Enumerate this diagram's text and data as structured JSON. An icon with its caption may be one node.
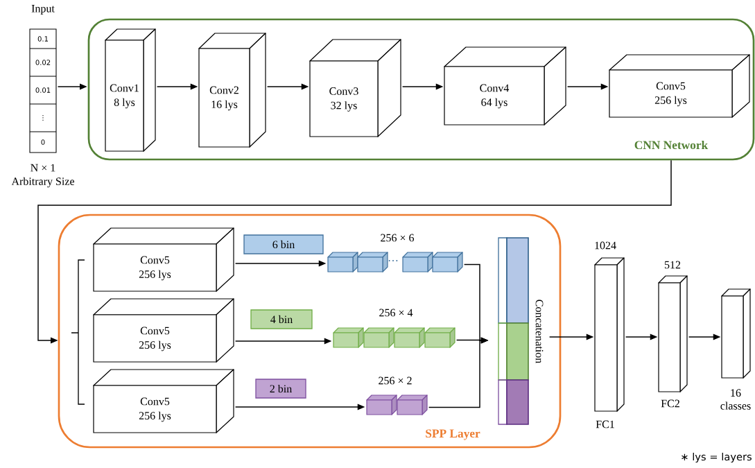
{
  "diagram": {
    "nodes": [
      {
        "text": [
          "Input",
          "0.1",
          "0.02",
          "0.01",
          "⋮",
          "0"
        ],
        "beside": [
          "N × 1",
          "Arbitrary Size"
        ]
      },
      {
        "text": [
          "CNN Network"
        ]
      },
      {
        "text": [
          "Conv1",
          "8 lys"
        ],
        "in": 1
      },
      {
        "text": [
          "Conv2",
          "16 lys"
        ],
        "in": 1
      },
      {
        "text": [
          "Conv3",
          "32 lys"
        ],
        "in": 1
      },
      {
        "text": [
          "Conv4",
          "64 lys"
        ],
        "in": 1
      },
      {
        "text": [
          "Conv5",
          "256 lys"
        ],
        "in": 1
      },
      {
        "text": [
          "SPP Layer"
        ]
      },
      {
        "text": [
          "Conv5",
          "256 lys"
        ],
        "in": 7
      },
      {
        "text": [
          "Conv5",
          "256 lys"
        ],
        "in": 7
      },
      {
        "text": [
          "Conv5",
          "256 lys"
        ],
        "in": 7
      },
      {
        "text": [
          "6 bin"
        ],
        "in": 7
      },
      {
        "text": [
          "4 bin"
        ],
        "in": 7
      },
      {
        "text": [
          "2 bin"
        ],
        "in": 7
      },
      {
        "text": [
          "256 × 6"
        ],
        "in": 7
      },
      {
        "text": [
          "256 × 4"
        ],
        "in": 7
      },
      {
        "text": [
          "256 × 2"
        ],
        "in": 7
      },
      {
        "text": [
          "Concatenation"
        ],
        "in": 7
      },
      {
        "text": [
          "1024",
          "FC1"
        ]
      },
      {
        "text": [
          "512",
          "FC2"
        ]
      },
      {
        "text": [
          "16 classes"
        ]
      }
    ],
    "edges": [
      {
        "from": 0,
        "to": 1,
        "arrow": "to"
      },
      {
        "from": 2,
        "to": 3,
        "arrow": "to"
      },
      {
        "from": 3,
        "to": 4,
        "arrow": "to"
      },
      {
        "from": 4,
        "to": 5,
        "arrow": "to"
      },
      {
        "from": 5,
        "to": 6,
        "arrow": "to"
      },
      {
        "from": 1,
        "to": 7,
        "arrow": "to"
      },
      {
        "from": 8,
        "to": 14,
        "arrow": "to"
      },
      {
        "from": 9,
        "to": 15,
        "arrow": "to"
      },
      {
        "from": 10,
        "to": 16,
        "arrow": "to"
      },
      {
        "from": 14,
        "to": 17,
        "arrow": "to"
      },
      {
        "from": 15,
        "to": 17,
        "arrow": "to"
      },
      {
        "from": 16,
        "to": 17,
        "arrow": "to"
      },
      {
        "from": 17,
        "to": 18,
        "arrow": "to"
      },
      {
        "from": 18,
        "to": 19,
        "arrow": "to"
      },
      {
        "from": 19,
        "to": 20,
        "arrow": "to"
      }
    ],
    "labels": [
      "…",
      "∗ lys = layers"
    ]
  }
}
